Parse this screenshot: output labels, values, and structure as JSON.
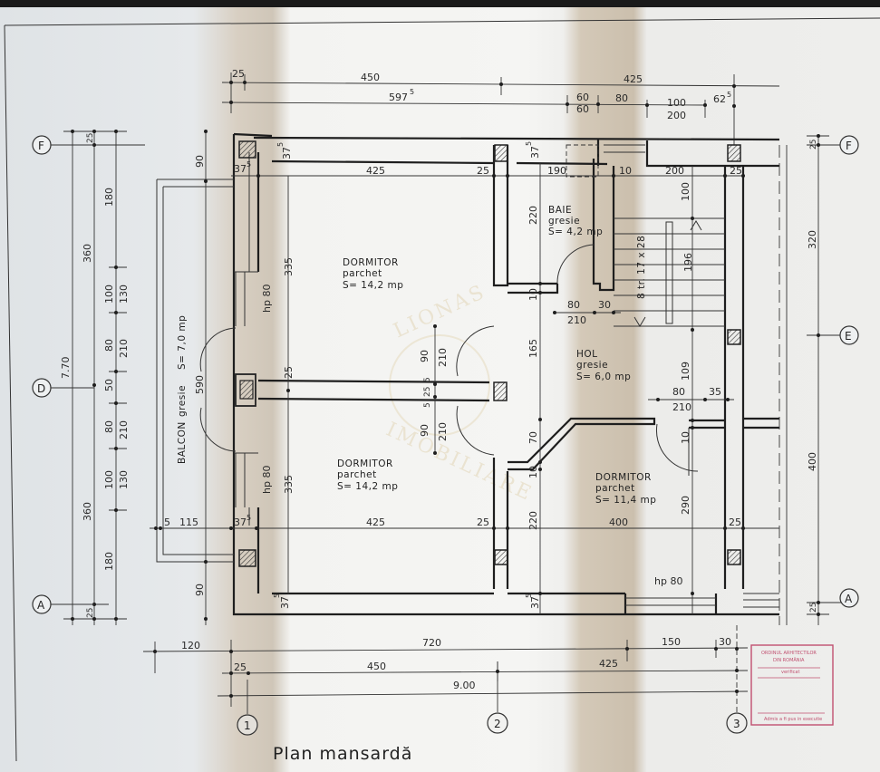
{
  "drawing": {
    "title": "Plan mansardă",
    "watermark": [
      "LIONAS",
      "IMOBILIARE"
    ],
    "stamp": {
      "line1": "ORDINUL ARHITECTILOR",
      "line2": "DIN ROMÂNIA",
      "line3": "verificat",
      "footer": "Admis a fi pus in executie",
      "color": "#c05070"
    }
  },
  "grid_axes": {
    "rows": [
      "F",
      "E",
      "D",
      "A"
    ],
    "columns": [
      "1",
      "2",
      "3"
    ]
  },
  "rooms": [
    {
      "name": "DORMITOR",
      "floor": "parchet",
      "area": "S= 14,2 mp"
    },
    {
      "name": "DORMITOR",
      "floor": "parchet",
      "area": "S= 14,2 mp"
    },
    {
      "name": "BAIE",
      "floor": "gresie",
      "area": "S= 4,2 mp"
    },
    {
      "name": "HOL",
      "floor": "gresie",
      "area": "S= 6,0 mp"
    },
    {
      "name": "DORMITOR",
      "floor": "parchet",
      "area": "S= 11,4 mp"
    },
    {
      "name": "BALCON",
      "floor": "gresie",
      "area": "S= 7,0 mp"
    }
  ],
  "stair": {
    "label": "8 tr. 17 x 28",
    "width": "196"
  },
  "dimensions": {
    "top": {
      "d25": "25",
      "d450": "450",
      "d5975": "597",
      "d5975_sup": "5",
      "d425": "425",
      "d60a": "60",
      "d60b": "60",
      "d80": "80",
      "d100": "100",
      "d200": "200",
      "d625": "62",
      "d625_sup": "5"
    },
    "top_inner": {
      "d375a": "37",
      "d375a_sup": "5",
      "d375b": "37",
      "d375b_sup": "5",
      "d425": "425",
      "d25": "25",
      "d375c": "37",
      "d375c_sup": "5",
      "d190": "190",
      "d10": "10",
      "d200": "200",
      "d25b": "25"
    },
    "left": {
      "d770": "7.70",
      "d360a": "360",
      "d360b": "360",
      "d25a": "25",
      "d25b": "25",
      "d180a": "180",
      "d180b": "180",
      "d100a": "100",
      "d130a": "130",
      "d80a": "80",
      "d210a": "210",
      "d50": "50",
      "d80b": "80",
      "d210b": "210",
      "d100b": "100",
      "d130b": "130",
      "d90a": "90",
      "d90b": "90",
      "d590": "590",
      "hp80a": "hp 80",
      "hp80b": "hp 80"
    },
    "middle": {
      "d335a": "335",
      "d335b": "335",
      "d25": "25",
      "d90a": "90",
      "d210a": "210",
      "d5a": "5",
      "d25b": "25",
      "d5b": "5",
      "d90b": "90",
      "d210b": "210",
      "d220a": "220",
      "d10a": "10",
      "d165": "165",
      "d70": "70",
      "d10b": "10",
      "d220b": "220",
      "d80a": "80",
      "d210c": "210",
      "d30": "30",
      "d100": "100",
      "d109": "109",
      "d80b": "80",
      "d210d": "210",
      "d35": "35",
      "d10c": "10",
      "d290": "290",
      "hp80": "hp 80"
    },
    "lower": {
      "d5": "5",
      "d115": "115",
      "d375": "37",
      "d375_sup": "5",
      "d425": "425",
      "d25a": "25",
      "d400": "400",
      "d25b": "25",
      "d375b": "37",
      "d375b_sup": "5",
      "d5b": "5",
      "d375c": "37",
      "d375c_sup": "5"
    },
    "right": {
      "d25a": "25",
      "d320": "320",
      "d400": "400",
      "d25b": "25"
    },
    "bottom": {
      "d120": "120",
      "d720": "720",
      "d150": "150",
      "d30": "30",
      "d25": "25",
      "d450": "450",
      "d425": "425",
      "d900": "9.00"
    }
  }
}
